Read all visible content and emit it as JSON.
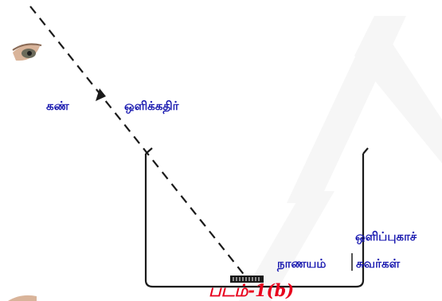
{
  "labels": {
    "eye": "கண்",
    "light_ray": "ஒளிக்கதிர்",
    "opaque_walls_line1": "ஒளிப்புகாச்",
    "opaque_walls_line2": "சுவர்கள்",
    "coin": "நாணயம்",
    "caption": "படம்-1(b)"
  },
  "colors": {
    "label_text": "#1a1ab0",
    "caption_text": "#e8001c",
    "line": "#1a1a1a",
    "watermark": "#ececec"
  }
}
